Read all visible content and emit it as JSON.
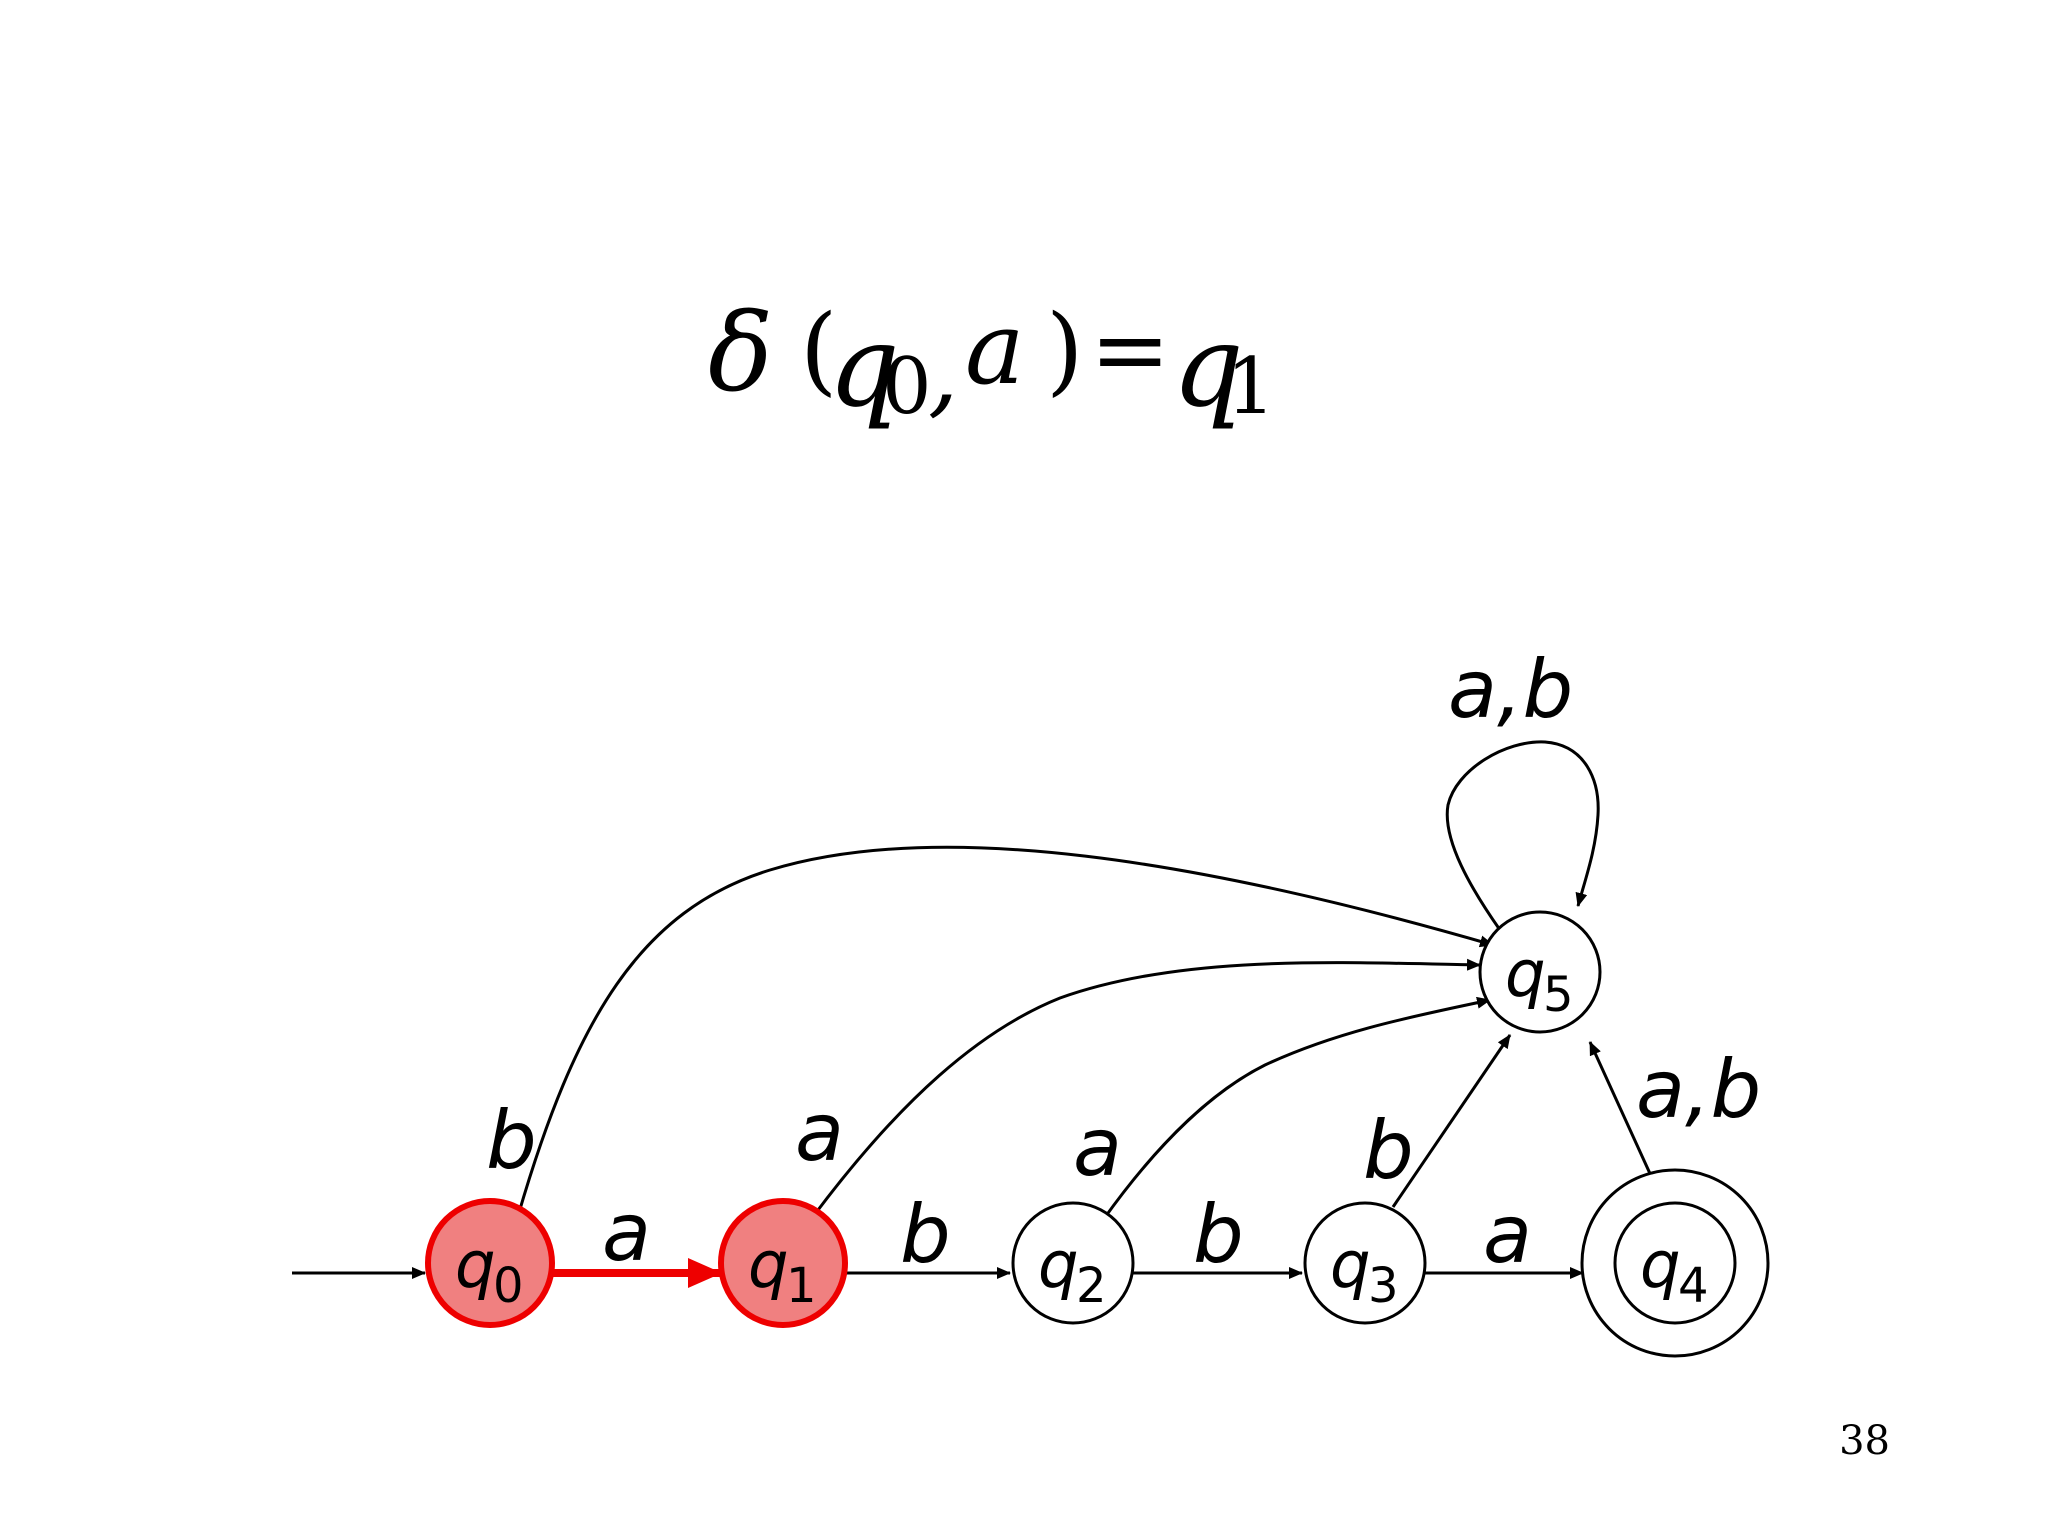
{
  "formula": {
    "delta": "δ",
    "bracket_open": "(",
    "state_var": "q",
    "state_sub": "0",
    "comma": ",",
    "symbol": "a",
    "bracket_close": ")",
    "equals": "=",
    "result_var": "q",
    "result_sub": "1"
  },
  "colors": {
    "highlight_fill": "#f08080",
    "highlight_stroke": "#ee0000",
    "edge": "#000000",
    "active_edge": "#ee0000"
  },
  "states": [
    {
      "id": "q0",
      "var": "q",
      "sub": "0",
      "start": true,
      "accepting": false,
      "highlighted": true
    },
    {
      "id": "q1",
      "var": "q",
      "sub": "1",
      "start": false,
      "accepting": false,
      "highlighted": true
    },
    {
      "id": "q2",
      "var": "q",
      "sub": "2",
      "start": false,
      "accepting": false,
      "highlighted": false
    },
    {
      "id": "q3",
      "var": "q",
      "sub": "3",
      "start": false,
      "accepting": false,
      "highlighted": false
    },
    {
      "id": "q4",
      "var": "q",
      "sub": "4",
      "start": false,
      "accepting": true,
      "highlighted": false
    },
    {
      "id": "q5",
      "var": "q",
      "sub": "5",
      "start": false,
      "accepting": false,
      "highlighted": false
    }
  ],
  "transitions": [
    {
      "from": "q0",
      "to": "q1",
      "label": "a",
      "active": true
    },
    {
      "from": "q1",
      "to": "q2",
      "label": "b",
      "active": false
    },
    {
      "from": "q2",
      "to": "q3",
      "label": "b",
      "active": false
    },
    {
      "from": "q3",
      "to": "q4",
      "label": "a",
      "active": false
    },
    {
      "from": "q0",
      "to": "q5",
      "label": "b",
      "active": false
    },
    {
      "from": "q1",
      "to": "q5",
      "label": "a",
      "active": false
    },
    {
      "from": "q2",
      "to": "q5",
      "label": "a",
      "active": false
    },
    {
      "from": "q3",
      "to": "q5",
      "label": "b",
      "active": false
    },
    {
      "from": "q4",
      "to": "q5",
      "label": "a,b",
      "active": false
    },
    {
      "from": "q5",
      "to": "q5",
      "label": "a,b",
      "active": false
    }
  ],
  "page_number": "38"
}
